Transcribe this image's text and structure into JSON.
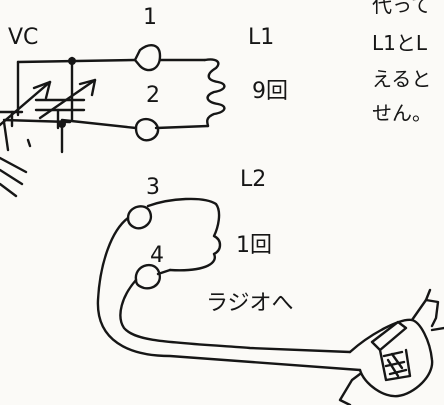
{
  "diagram": {
    "labels": {
      "vc": "VC",
      "l1": "L1",
      "l1_turns": "9回",
      "l2": "L2",
      "l2_turns": "1回",
      "t1": "1",
      "t2": "2",
      "t3": "3",
      "t4": "4",
      "to_radio": "ラジオへ"
    },
    "note_lines": [
      "代って",
      "L1とL",
      "えると",
      "せん。"
    ]
  }
}
